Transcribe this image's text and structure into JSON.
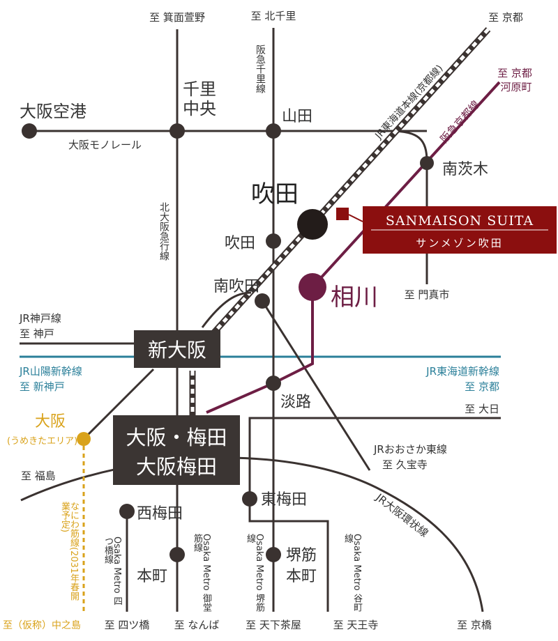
{
  "labels": {
    "dest_minoh": "至 箕面萱野",
    "dest_kitasenri": "至 北千里",
    "dest_kyoto_jr": "至 京都",
    "dest_kawaramachi_1": "至 京都",
    "dest_kawaramachi_2": "河原町",
    "dest_kadoma": "至 門真市",
    "dest_kobe_line": "JR神戸線",
    "dest_kobe": "至 神戸",
    "sanyo_line": "JR山陽新幹線",
    "dest_shinkobe": "至 新神戸",
    "tokaido_shinkansen": "JR東海道新幹線",
    "dest_kyoto_shinkansen": "至 京都",
    "dest_dainichi": "至 大日",
    "dest_fukushima": "至 福島",
    "osaka_higashi_line": "JRおおさか東線",
    "dest_kyuhoji": "至 久宝寺",
    "loop_line": "JR大阪環状線",
    "dest_nakanoshima": "至（仮称）中之島",
    "dest_yotsubashi": "至 四ツ橋",
    "dest_namba": "至 なんば",
    "dest_tenjinbashi": "至 天下茶屋",
    "dest_tennoji": "至 天王寺",
    "dest_kyobashi": "至 京橋",
    "osaka_airport": "大阪空港",
    "monorail": "大阪モノレール",
    "senri_chuo_1": "千里",
    "senri_chuo_2": "中央",
    "yamada": "山田",
    "minami_ibaraki": "南茨木",
    "suita_main": "吹田",
    "suita_hankyu": "吹田",
    "minami_suita": "南吹田",
    "aikawa": "相川",
    "shin_osaka": "新大阪",
    "awaji": "淡路",
    "osaka_jr": "大阪",
    "umekita": "(うめきたエリア)",
    "umeda_1": "大阪・梅田",
    "umeda_2": "大阪梅田",
    "higashi_umeda": "東梅田",
    "nishi_umeda": "西梅田",
    "honmachi": "本町",
    "sakaisuji_honmachi_1": "堺筋",
    "sakaisuji_honmachi_2": "本町",
    "hankyu_kyoto_line": "阪急京都線",
    "jr_tokaido_line": "JR東海道本線(京都線)",
    "hankyu_senri_line": "阪急千里線",
    "kita_osaka_kyuko": "北大阪急行線",
    "naniwasuji_line": "なにわ筋線(2031年春開業予定)",
    "yotsubashi_metro": "Osaka Metro 四つ橋線",
    "midosuji_metro": "Osaka Metro 御堂筋線",
    "sakaisuji_metro": "Osaka Metro 堺筋線",
    "tanimachi_metro": "Osaka Metro 谷町線"
  },
  "property": {
    "name_en": "SANMAISON SUITA",
    "name_ja": "サンメゾン吹田"
  },
  "colors": {
    "line": "#3a3230",
    "hankyu": "#6d1e44",
    "shinkansen": "#2a7f99",
    "naniwasuji": "#d9a21a",
    "property_bg": "#8b0f0f",
    "dark_box": "#3b3533"
  }
}
